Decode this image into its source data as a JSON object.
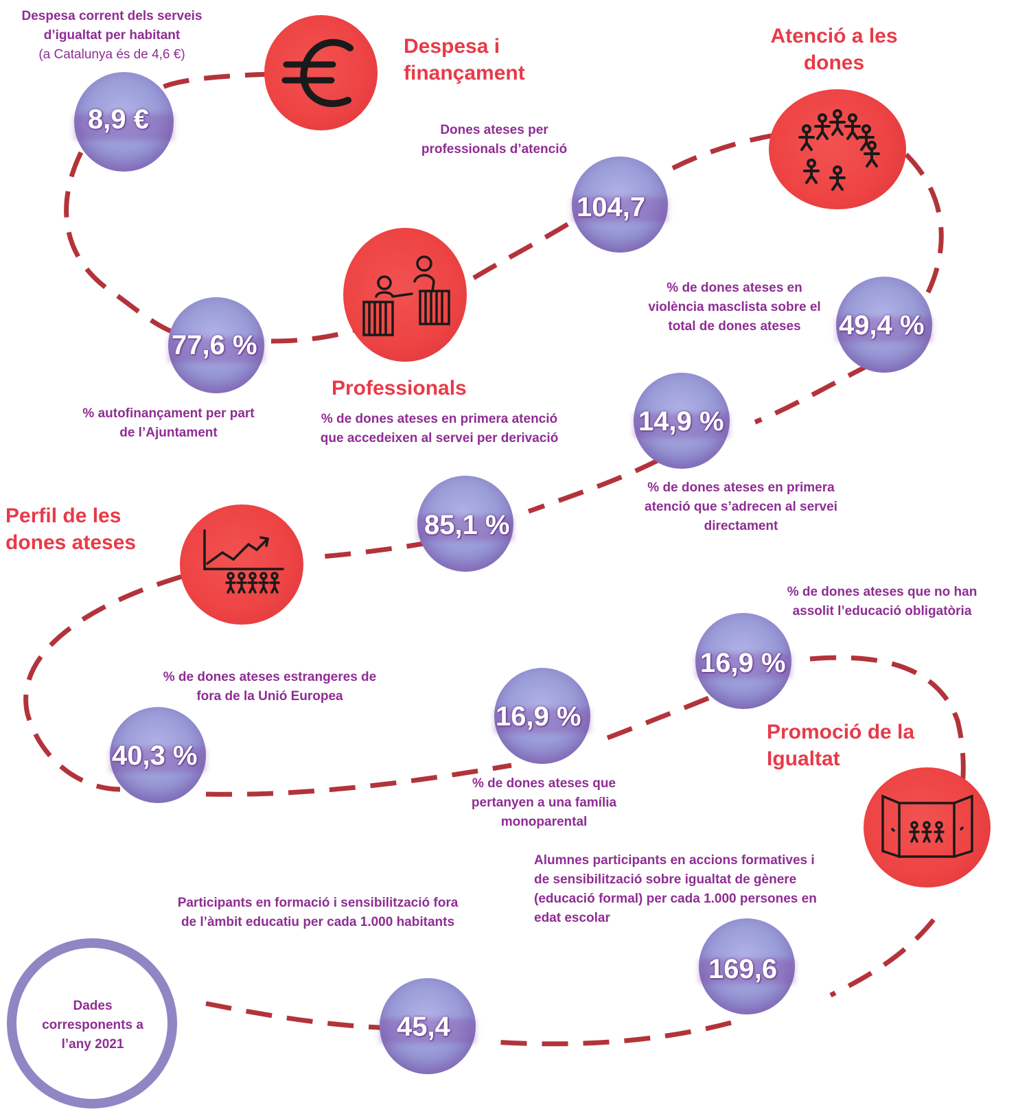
{
  "colors": {
    "accent_red": "#e83a48",
    "caption_purple": "#8e2d93",
    "bubble_purple": "#9a9cd8",
    "dash_line": "#b3333a"
  },
  "sections": {
    "despesa": {
      "title": "Despesa i finançament",
      "icon": "euro-icon"
    },
    "atencio": {
      "title": "Atenció a les dones",
      "icon": "circle-of-people-icon"
    },
    "professionals": {
      "title": "Professionals",
      "icon": "professionals-at-desks-icon"
    },
    "perfil": {
      "title": "Perfil de les dones ateses",
      "icon": "rising-chart-with-people-icon"
    },
    "promocio": {
      "title": "Promoció de la Igualtat",
      "icon": "open-doors-icon"
    }
  },
  "indicators": {
    "despesa_habitant": {
      "value": "8,9 €",
      "label": "Despesa corrent dels serveis d’igualtat per habitant",
      "note": "(a Catalunya és de 4,6 €)"
    },
    "autofinancament": {
      "value": "77,6 %",
      "label": "% autofinançament per part de l’Ajuntament"
    },
    "dones_per_professional": {
      "value": "104,7",
      "label": "Dones ateses per professionals d’atenció"
    },
    "violencia_masclista": {
      "value": "49,4 %",
      "label": "% de dones ateses en violència masclista sobre el total de dones ateses"
    },
    "acces_directe": {
      "value": "14,9 %",
      "label": "% de dones ateses en primera atenció que s’adrecen al servei directament"
    },
    "acces_derivacio": {
      "value": "85,1 %",
      "label": "% de dones ateses en primera atenció que accedeixen al servei per derivació"
    },
    "estrangeres": {
      "value": "40,3 %",
      "label": "% de dones ateses estrangeres de fora de la Unió Europea"
    },
    "monoparental": {
      "value": "16,9 %",
      "label": "% de dones ateses que pertanyen a una família monoparental"
    },
    "sense_educacio": {
      "value": "16,9 %",
      "label": "% de dones ateses que no han assolit l’educació obligatòria"
    },
    "alumnes": {
      "value": "169,6",
      "label": "Alumnes participants en accions formatives i de sensibilització sobre igualtat de gènere (educació formal) per cada 1.000 persones en edat escolar"
    },
    "participants_fora": {
      "value": "45,4",
      "label": "Participants en formació i sensibilització fora de l’àmbit educatiu per cada 1.000 habitants"
    }
  },
  "footer": {
    "year_note": "Dades corresponents a l’any 2021"
  }
}
